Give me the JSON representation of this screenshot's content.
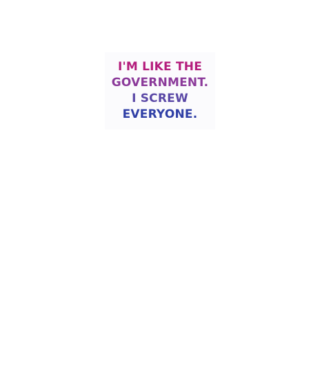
{
  "design": {
    "lines": [
      "I'M LIKE THE",
      "GOVERNMENT.",
      "I SCREW",
      "EVERYONE."
    ],
    "colors": {
      "background": "#ffffff",
      "line_1": "#b41c7c",
      "line_2": "#8b3a9a",
      "line_3": "#5a48a6",
      "line_4": "#2f3fa6"
    }
  }
}
